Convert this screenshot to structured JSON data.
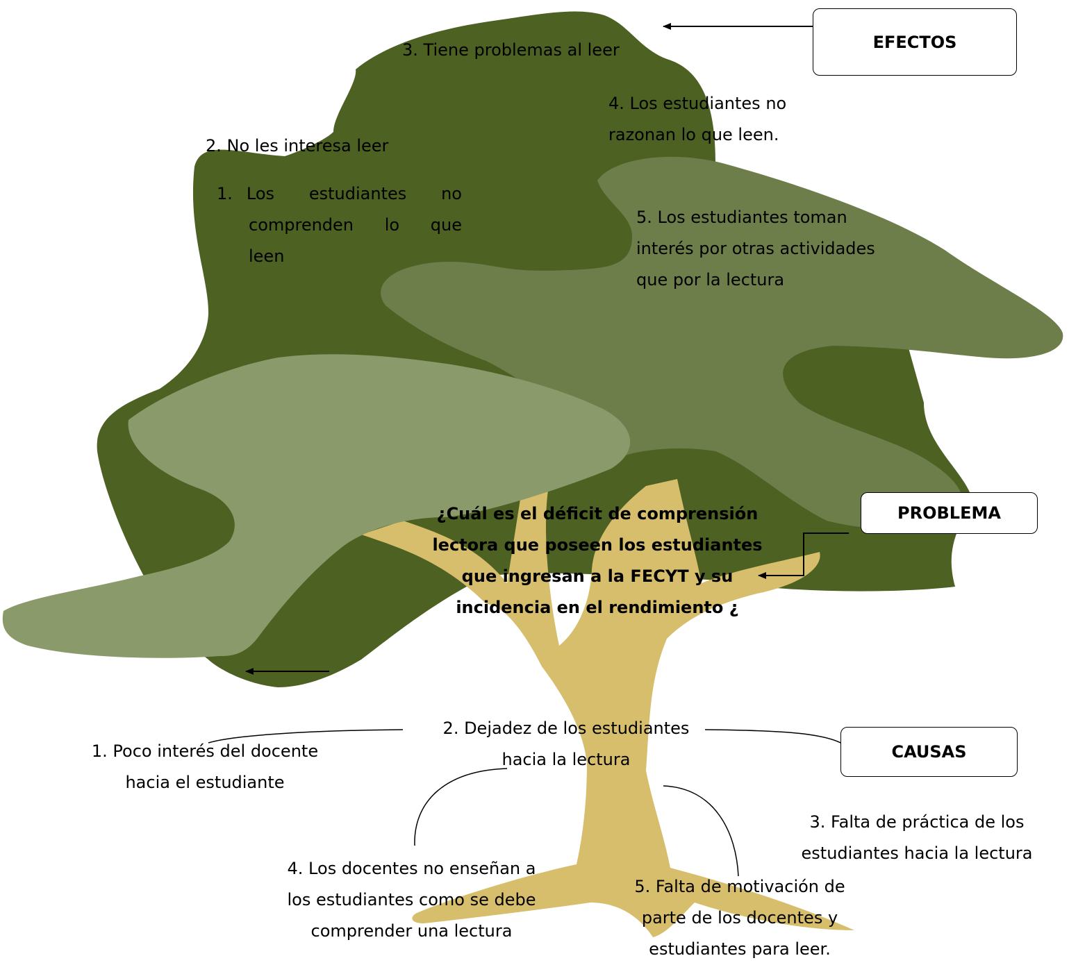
{
  "labels": {
    "effects": "EFECTOS",
    "problem": "PROBLEMA",
    "causes": "CAUSAS"
  },
  "problem_question": {
    "line1": "¿Cuál es el déficit de comprensión",
    "line2": "lectora que poseen los estudiantes",
    "line3": "que ingresan a la FECYT y su",
    "line4": "incidencia en el rendimiento ¿"
  },
  "effects": {
    "e1": {
      "num": "1.",
      "line1a": "Los",
      "line1b": "estudiantes",
      "line1c": "no",
      "line2a": "comprenden",
      "line2b": "lo",
      "line2c": "que",
      "line3": "leen"
    },
    "e2": "2. No les interesa leer",
    "e3": "3. Tiene problemas al leer",
    "e4": {
      "line1": "4. Los estudiantes no",
      "line2": "razonan lo que leen."
    },
    "e5": {
      "line1": "5. Los estudiantes toman",
      "line2": "interés por otras actividades",
      "line3": "que por la lectura"
    }
  },
  "causes": {
    "c1": {
      "line1": "1. Poco interés del docente",
      "line2": "hacia el estudiante"
    },
    "c2": {
      "line1": "2. Dejadez de los estudiantes",
      "line2": "hacia la lectura"
    },
    "c3": {
      "line1": "3. Falta de práctica de los",
      "line2": "estudiantes hacia la lectura"
    },
    "c4": {
      "line1": "4. Los docentes no enseñan a",
      "line2": "los estudiantes como se debe",
      "line3": "comprender una lectura"
    },
    "c5": {
      "line1": "5. Falta de motivación de",
      "line2": "parte de los docentes y",
      "line3": "estudiantes para leer."
    }
  },
  "colors": {
    "dark_foliage": "#4c6122",
    "mid_foliage": "#6d7e4b",
    "light_foliage": "#8b9a6b",
    "trunk": "#d7be6c"
  }
}
